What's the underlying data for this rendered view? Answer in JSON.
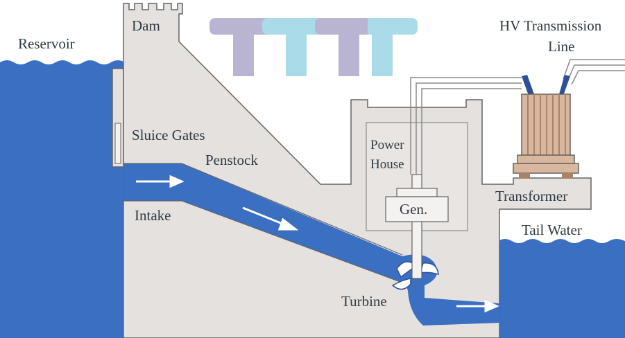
{
  "labels": {
    "reservoir": "Reservoir",
    "dam": "Dam",
    "sluice_gates": "Sluice Gates",
    "penstock": "Penstock",
    "intake": "Intake",
    "power_house_line1": "Power",
    "power_house_line2": "House",
    "generator": "Gen.",
    "hv_line1": "HV Transmission",
    "hv_line2": "Line",
    "transformer": "Transformer",
    "tail_water": "Tail Water",
    "turbine": "Turbine"
  },
  "colors": {
    "water": "#3a6fc2",
    "concrete": "#e4e1de",
    "outline": "#646464",
    "arrow": "#ffffff",
    "transformer_body": "#d9b79f",
    "transformer_stripe": "#a9826a",
    "insulator": "#2f4f9a",
    "watermark_lilac": "#b9b4d2",
    "watermark_cyan": "#a9dbe9"
  },
  "watermark_icon": "tttt-logo"
}
